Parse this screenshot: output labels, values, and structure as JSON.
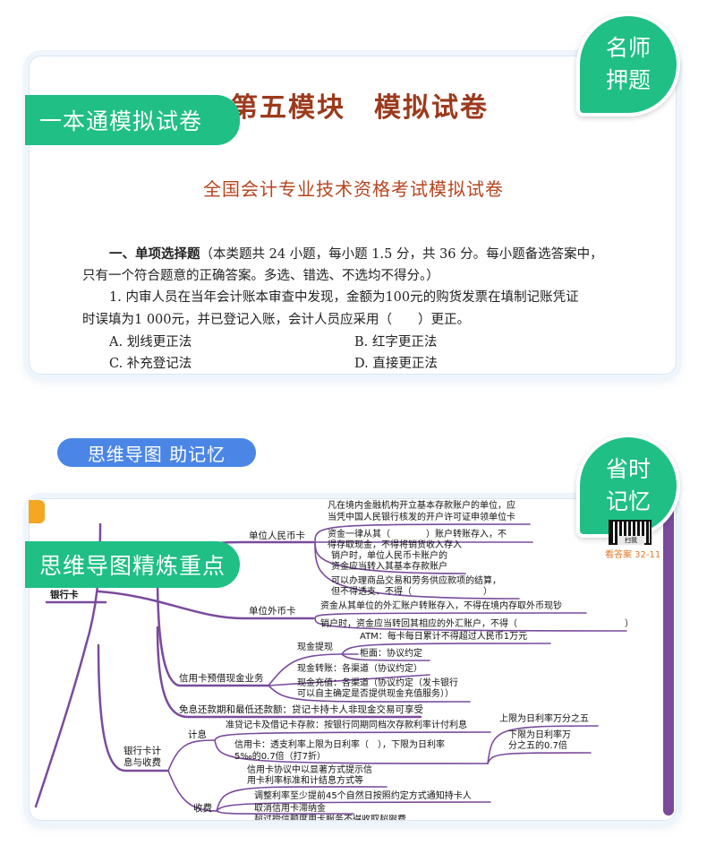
{
  "top_card": {
    "tab_label": "一本通模拟试卷",
    "bubble": [
      "名师",
      "押题"
    ],
    "module_title": "第五模块　模拟试卷",
    "exam_title": "全国会计专业技术资格考试模拟试卷",
    "section_heading": "一、单项选择题",
    "section_rule_1": "（本类题共 24 小题，每小题 1.5 分，共 36 分。每小题备选答案中，",
    "section_rule_2": "只有一个符合题意的正确答案。多选、错选、不选均不得分。）",
    "question_1": "1. 内审人员在当年会计账本审查中发现，金额为100元的购货发票在填制记账凭证",
    "question_2": "时误填为1 000元，并已登记入账，会计人员应采用（　　）更正。",
    "option_a": "A. 划线更正法",
    "option_b": "B. 红字更正法",
    "option_c": "C. 补充登记法",
    "option_d": "D. 直接更正法"
  },
  "mindmap_card": {
    "pill_label": "思维导图 助记忆",
    "tab_label": "思维导图精炼重点",
    "bubble": [
      "省时",
      "记忆"
    ],
    "qr_label": "扫我",
    "answer_ref": "看答案 32-11",
    "root": "银行卡",
    "nodes": {
      "rmb_card": "单位人民币卡",
      "rmb_1a": "凡在境内金融机构开立基本存款账户的单位，应",
      "rmb_1b": "当凭中国人民银行核发的开户许可证申领单位卡",
      "rmb_2a": "资金一律从其（　　　　）账户转账存入，不",
      "rmb_2b": "得存取现金，不得将销货收入存入",
      "rmb_3a": "销户时，单位人民币卡账户的",
      "rmb_3b": "资金应当转入其基本存款账户",
      "rmb_4a": "可以办理商品交易和劳务供应款项的结算，",
      "rmb_4b": "但不得透支、不得（　　　　　　　　）",
      "fx_card": "单位外币卡",
      "fx_1": "资金从其单位的外汇账户转账存入，不得在境内存取外币现钞",
      "fx_2": "销户时，资金应当转回其相应的外汇账户，不得（　　　　　　　　　　　　）",
      "credit_cash": "信用卡预借现金业务",
      "cash_withdraw": "现金提现",
      "atm": "ATM：每卡每日累计不得超过人民币1万元",
      "counter": "柜面：协议约定",
      "cash_transfer": "现金转账：各渠道（协议约定）",
      "cash_recharge_a": "现金充值：各渠道（协议约定（发卡银行",
      "cash_recharge_b": "可以自主确定是否提供现金充值服务））",
      "free_repay": "免息还款期和最低还款额：贷记卡持卡人非现金交易可享受",
      "interest": "银行卡计",
      "interest_b": "息与收费",
      "calc": "计息",
      "calc_1": "准贷记卡及借记卡存款：按银行同期同档次存款利率计付利息",
      "calc_2a": "信用卡：透支利率上限为日利率（　），下限为日利率",
      "calc_2b": "5‰的0.7倍（打7折）",
      "upper_limit": "上限为日利率万分之五",
      "lower_limit_a": "下限为日利率万",
      "lower_limit_b": "分之五的0.7倍",
      "fee": "收费",
      "fee_1a": "信用卡协议中以显著方式提示信",
      "fee_1b": "用卡利率标准和计结息方式等",
      "fee_2": "调整利率至少提前45个自然日按照约定方式通知持卡人",
      "fee_3": "取消信用卡滞纳金",
      "fee_4": "超过授信额度用卡服务不得收取超限费"
    }
  },
  "colors": {
    "green": "#1fbf86",
    "blue": "#4b86e6",
    "purple": "#7a4b9c",
    "title_red": "#9c3a1d",
    "orange": "#f5a623"
  }
}
